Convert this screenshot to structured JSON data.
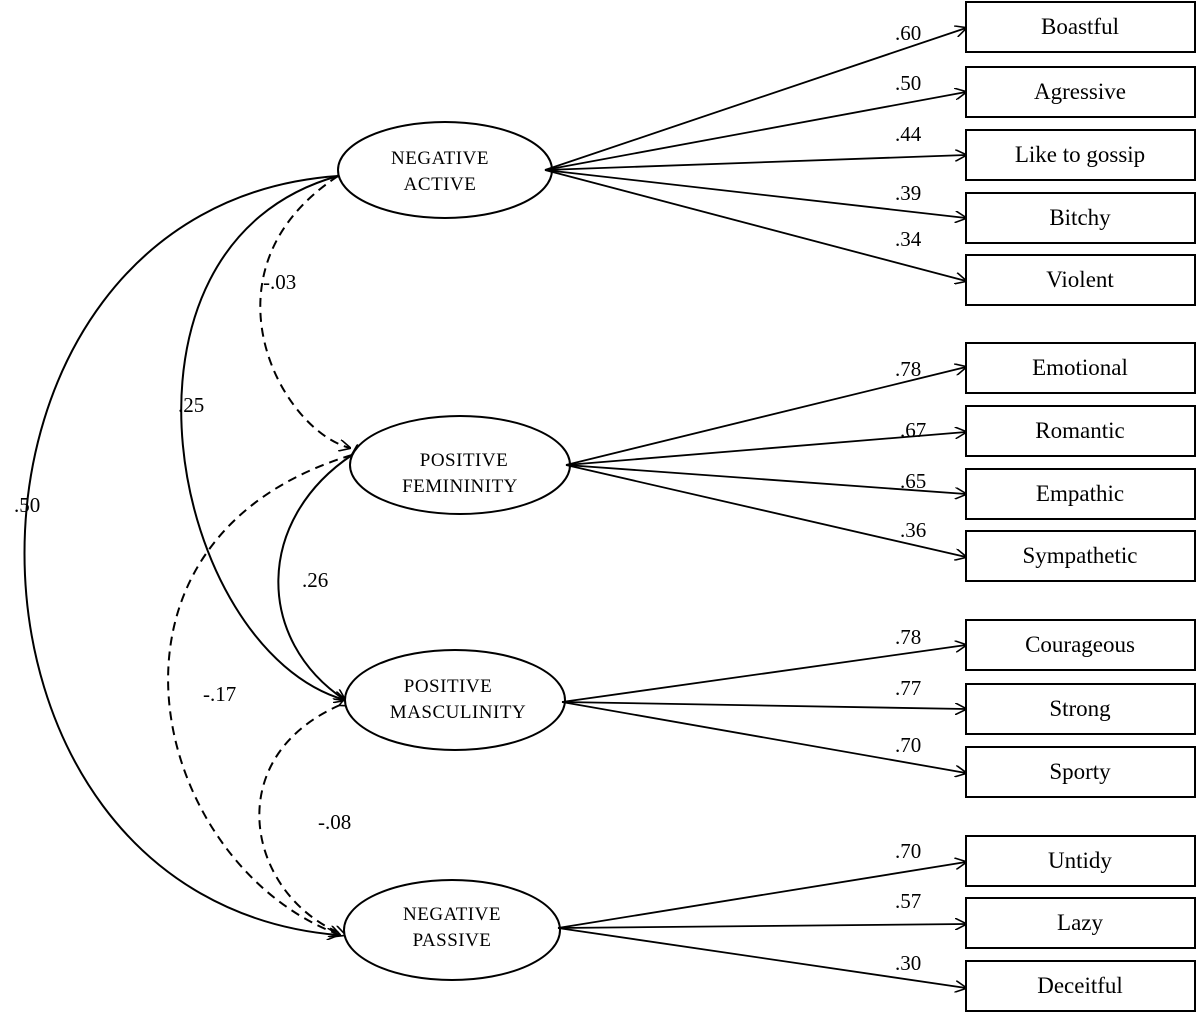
{
  "factors": [
    {
      "id": "na",
      "line1": "NEGATIVE",
      "line2": "ACTIVE"
    },
    {
      "id": "pf",
      "line1": "POSITIVE",
      "line2": "FEMININITY"
    },
    {
      "id": "pm",
      "line1": "POSITIVE",
      "line2": "MASCULINITY"
    },
    {
      "id": "np",
      "line1": "NEGATIVE",
      "line2": "PASSIVE"
    }
  ],
  "items": [
    {
      "label": "Boastful",
      "factor": "na",
      "loading": ".60"
    },
    {
      "label": "Agressive",
      "factor": "na",
      "loading": ".50"
    },
    {
      "label": "Like to gossip",
      "factor": "na",
      "loading": ".44"
    },
    {
      "label": "Bitchy",
      "factor": "na",
      "loading": ".39"
    },
    {
      "label": "Violent",
      "factor": "na",
      "loading": ".34"
    },
    {
      "label": "Emotional",
      "factor": "pf",
      "loading": ".78"
    },
    {
      "label": "Romantic",
      "factor": "pf",
      "loading": ".67"
    },
    {
      "label": "Empathic",
      "factor": "pf",
      "loading": ".65"
    },
    {
      "label": "Sympathetic",
      "factor": "pf",
      "loading": ".36"
    },
    {
      "label": "Courageous",
      "factor": "pm",
      "loading": ".78"
    },
    {
      "label": "Strong",
      "factor": "pm",
      "loading": ".77"
    },
    {
      "label": "Sporty",
      "factor": "pm",
      "loading": ".70"
    },
    {
      "label": "Untidy",
      "factor": "np",
      "loading": ".70"
    },
    {
      "label": "Lazy",
      "factor": "np",
      "loading": ".57"
    },
    {
      "label": "Deceitful",
      "factor": "np",
      "loading": ".30"
    }
  ],
  "correlations": [
    {
      "from": "na",
      "to": "np",
      "value": ".50",
      "style": "solid"
    },
    {
      "from": "na",
      "to": "pm",
      "value": ".25",
      "style": "solid"
    },
    {
      "from": "na",
      "to": "pf",
      "value": "-.03",
      "style": "dashed"
    },
    {
      "from": "pf",
      "to": "pm",
      "value": ".26",
      "style": "solid"
    },
    {
      "from": "pf",
      "to": "np",
      "value": "-.17",
      "style": "dashed"
    },
    {
      "from": "pm",
      "to": "np",
      "value": "-.08",
      "style": "dashed"
    }
  ]
}
